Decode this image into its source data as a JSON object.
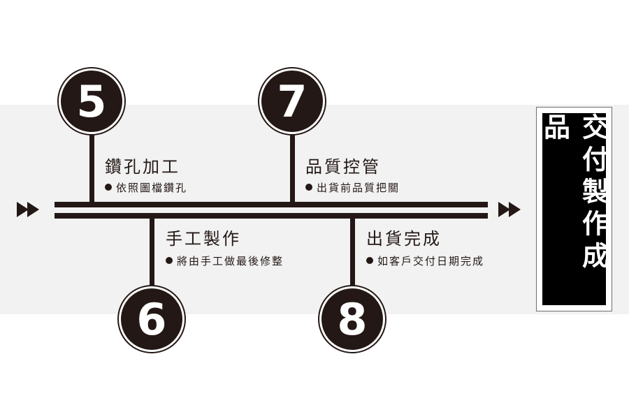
{
  "steps": [
    {
      "number": "5",
      "title": "鑽孔加工",
      "desc": "依照圖檔鑽孔"
    },
    {
      "number": "6",
      "title": "手工製作",
      "desc": "將由手工做最後修整"
    },
    {
      "number": "7",
      "title": "品質控管",
      "desc": "出貨前品質把關"
    },
    {
      "number": "8",
      "title": "出貨完成",
      "desc": "如客戶交付日期完成"
    }
  ],
  "final": {
    "label": "交付製作成品"
  },
  "colors": {
    "ink": "#231815",
    "band": "#f2f2f2"
  }
}
